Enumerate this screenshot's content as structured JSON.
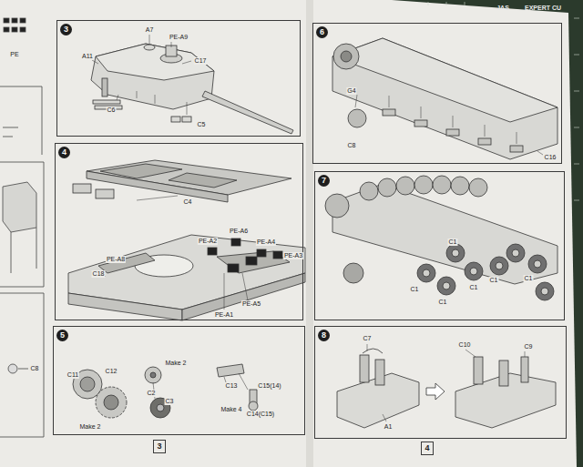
{
  "diagram": {
    "nodes": [
      {
        "text": [
          "3"
        ]
      },
      {
        "text": [
          "4"
        ]
      },
      {
        "text": [
          "5"
        ]
      },
      {
        "text": [
          "6"
        ]
      },
      {
        "text": [
          "7"
        ]
      },
      {
        "text": [
          "8"
        ]
      },
      {
        "text": [
          "3"
        ]
      },
      {
        "text": [
          "4"
        ]
      }
    ],
    "labels": [
      "A7",
      "PE-A9",
      "A11",
      "C17",
      "C6",
      "C5",
      "C4",
      "PE-A6",
      "PE-A2",
      "PE-A4",
      "PE-A3",
      "PE-A8",
      "C18",
      "PE-A1",
      "PE-A5",
      "C11",
      "C12",
      "Make 2",
      "C2",
      "Make 2",
      "C3",
      "C13",
      "C15(14)",
      "Make 4",
      "C14(C15)",
      "G4",
      "C8",
      "C16",
      "C1",
      "C1",
      "C1",
      "C1",
      "C1",
      "C1",
      "C7",
      "C10",
      "C9",
      "A1",
      "PE",
      "C8",
      "JAS",
      "EXPERT CU"
    ]
  }
}
